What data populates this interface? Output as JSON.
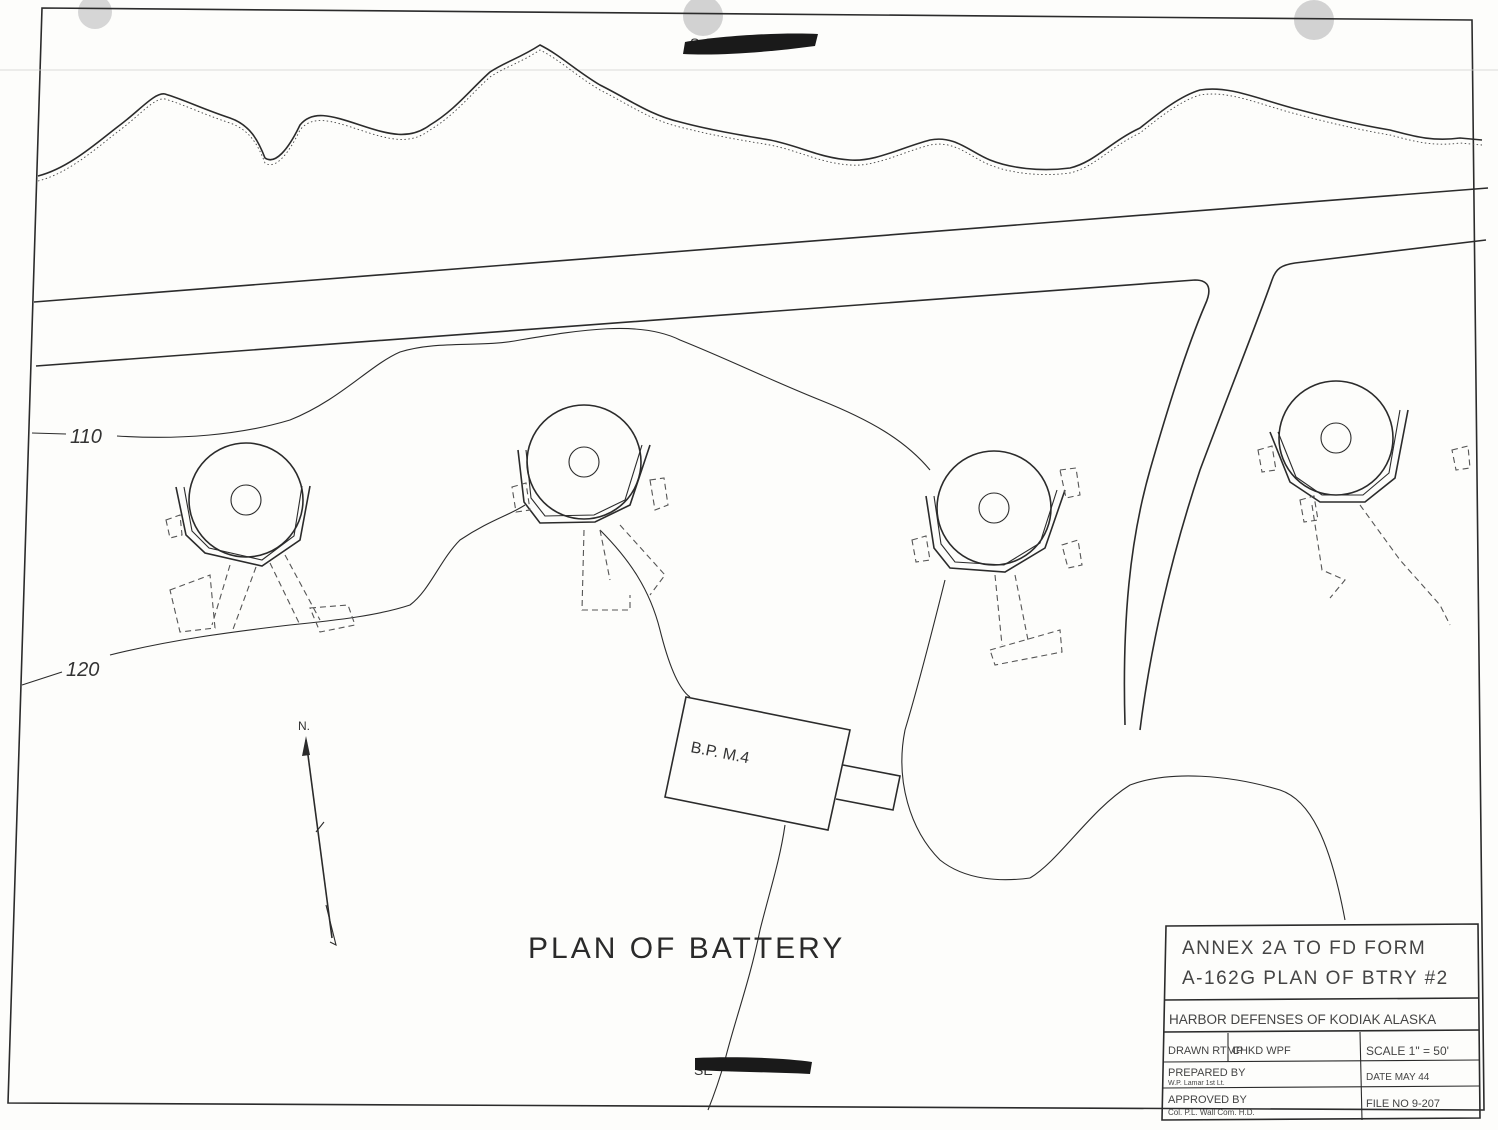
{
  "drawing": {
    "title": "PLAN OF BATTERY",
    "contour_labels": [
      "110",
      "120"
    ],
    "north_label": "N.",
    "building_label": "B.P. M.4",
    "top_stamp": "S.C.",
    "bottom_stamp": "SE"
  },
  "title_block": {
    "annex_line1": "ANNEX 2A TO FD FORM",
    "annex_line2": "A-162G PLAN OF BTRY #2",
    "harbor": "HARBOR DEFENSES OF KODIAK ALASKA",
    "drawn": "DRAWN RTMP",
    "chkd": "CHKD WPF",
    "scale": "SCALE 1\" = 50'",
    "prepared": "PREPARED BY",
    "prepared_sub": "W.P. Lamar 1st Lt.",
    "date": "DATE MAY 44",
    "approved": "APPROVED BY",
    "approved_sub": "Col. P.L. Wall Com. H.D.",
    "file": "FILE NO 9-207"
  },
  "colors": {
    "ink": "#2b2b2b",
    "paper": "#fdfdfb",
    "redaction": "#1a1a1a",
    "pin": "#d4d4d4"
  }
}
